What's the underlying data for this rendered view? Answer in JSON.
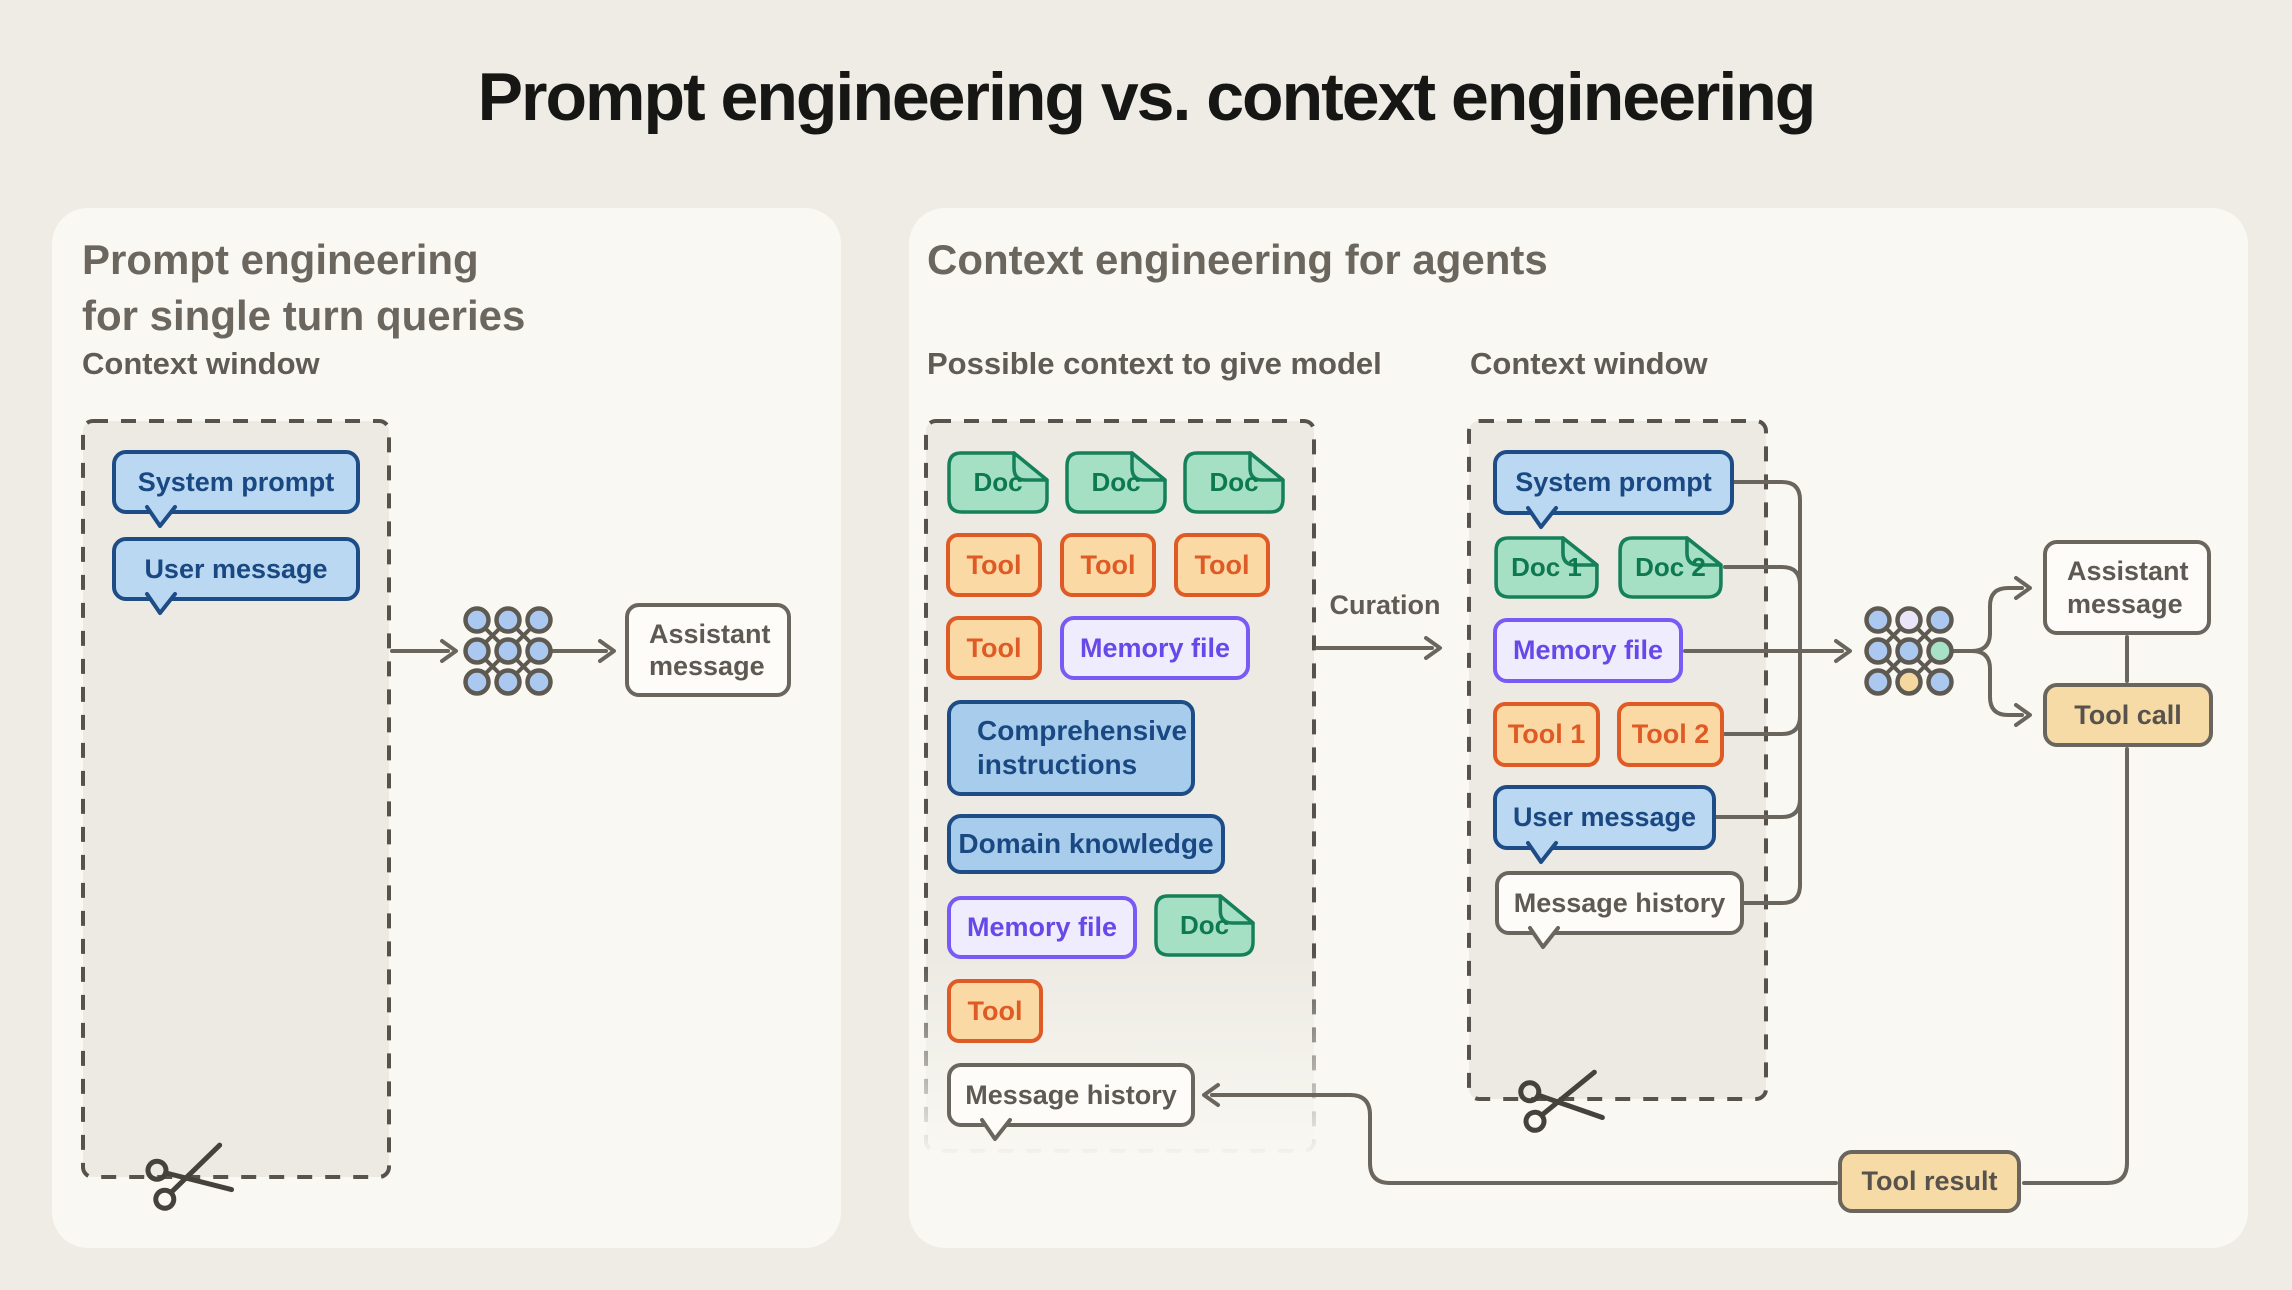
{
  "title": "Prompt engineering vs. context engineering",
  "left_panel": {
    "heading_line1": "Prompt engineering",
    "heading_line2": "for single turn queries",
    "context_window_label": "Context window",
    "system_prompt": "System prompt",
    "user_message": "User message",
    "assistant_message": "Assistant message"
  },
  "right_panel": {
    "heading": "Context engineering for agents",
    "possible_context_label": "Possible context to give model",
    "context_window_label": "Context window",
    "curation_label": "Curation",
    "possible_context": {
      "docs_row": [
        "Doc",
        "Doc",
        "Doc"
      ],
      "tools_row": [
        "Tool",
        "Tool",
        "Tool"
      ],
      "tool_single": "Tool",
      "memory_file": "Memory file",
      "comprehensive_instructions": "Comprehensive instructions",
      "domain_knowledge": "Domain knowledge",
      "memory_file_2": "Memory file",
      "doc_single": "Doc",
      "tool_last": "Tool",
      "message_history": "Message history"
    },
    "context_window": {
      "system_prompt": "System prompt",
      "doc_1": "Doc 1",
      "doc_2": "Doc 2",
      "memory_file": "Memory file",
      "tool_1": "Tool 1",
      "tool_2": "Tool 2",
      "user_message": "User message",
      "message_history": "Message history"
    },
    "outputs": {
      "assistant_message": "Assistant message",
      "tool_call": "Tool call",
      "tool_result": "Tool result"
    }
  },
  "colors": {
    "page_bg": "#EEECE5",
    "card_bg": "#F9F8F2",
    "accent_blue": "#1D4C86",
    "accent_green": "#16805A",
    "accent_orange": "#DF5B26",
    "accent_purple": "#6748E8",
    "line_gray": "#6A665E",
    "tan_fill": "#F6DBA6"
  }
}
